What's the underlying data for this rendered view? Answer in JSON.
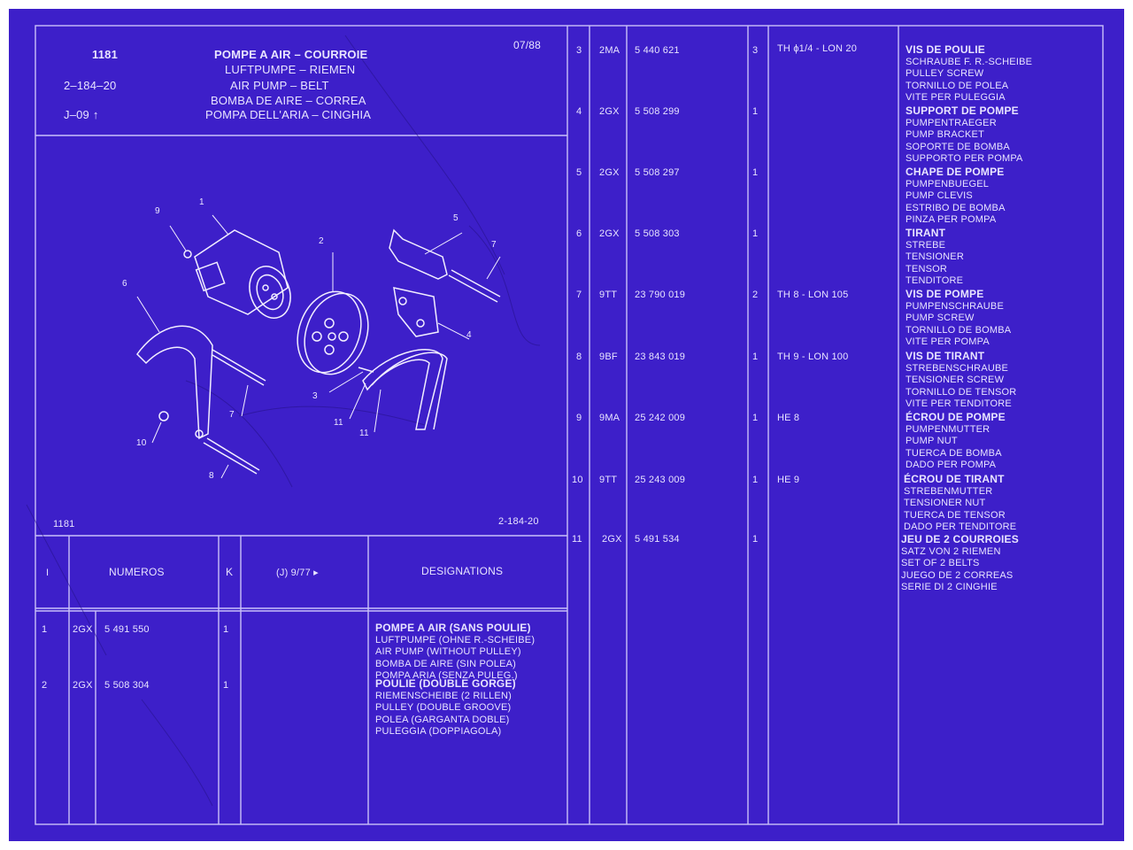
{
  "header": {
    "model": "1181",
    "date": "07/88",
    "ref": "2–184–20",
    "section": "J–09",
    "titles": [
      "POMPE A AIR – COURROIE",
      "LUFTPUMPE – RIEMEN",
      "AIR PUMP – BELT",
      "BOMBA DE AIRE – CORREA",
      "POMPA DELL'ARIA – CINGHIA"
    ]
  },
  "figure": {
    "caption_left": "1181",
    "caption_right": "2-184-20",
    "callouts": [
      "9",
      "1",
      "2",
      "5",
      "7",
      "6",
      "4",
      "3",
      "11",
      "11",
      "7",
      "10",
      "8"
    ]
  },
  "table_header": {
    "col_index": "I",
    "col_numbers": "NUMEROS",
    "col_k": "K",
    "col_j": "(J) 9/77 ▸",
    "col_designations": "DESIGNATIONS"
  },
  "left_rows": [
    {
      "index": "1",
      "code": "2GX",
      "number": "5 491 550",
      "qty": "1",
      "lines": [
        "POMPE A AIR (SANS POULIE)",
        "LUFTPUMPE (OHNE R.-SCHEIBE)",
        "AIR PUMP (WITHOUT PULLEY)",
        "BOMBA DE AIRE (SIN POLEA)",
        "POMPA ARIA (SENZA PULEG.)"
      ]
    },
    {
      "index": "2",
      "code": "2GX",
      "number": "5 508 304",
      "qty": "1",
      "lines": [
        "POULIE (DOUBLE GORGE)",
        "RIEMENSCHEIBE (2 RILLEN)",
        "PULLEY (DOUBLE GROOVE)",
        "POLEA (GARGANTA DOBLE)",
        "PULEGGIA (DOPPIAGOLA)"
      ]
    }
  ],
  "right_rows": [
    {
      "index": "3",
      "code": "2MA",
      "number": "5 440 621",
      "qty": "3",
      "spec": "TH ϕ1/4 - LON 20",
      "lines": [
        "VIS DE POULIE",
        "SCHRAUBE F. R.-SCHEIBE",
        "PULLEY SCREW",
        "TORNILLO DE POLEA",
        "VITE PER PULEGGIA"
      ]
    },
    {
      "index": "4",
      "code": "2GX",
      "number": "5 508 299",
      "qty": "1",
      "spec": "",
      "lines": [
        "SUPPORT DE POMPE",
        "PUMPENTRAEGER",
        "PUMP BRACKET",
        "SOPORTE DE BOMBA",
        "SUPPORTO PER POMPA"
      ]
    },
    {
      "index": "5",
      "code": "2GX",
      "number": "5 508 297",
      "qty": "1",
      "spec": "",
      "lines": [
        "CHAPE DE POMPE",
        "PUMPENBUEGEL",
        "PUMP CLEVIS",
        "ESTRIBO DE BOMBA",
        "PINZA PER POMPA"
      ]
    },
    {
      "index": "6",
      "code": "2GX",
      "number": "5 508 303",
      "qty": "1",
      "spec": "",
      "lines": [
        "TIRANT",
        "STREBE",
        "TENSIONER",
        "TENSOR",
        "TENDITORE"
      ]
    },
    {
      "index": "7",
      "code": "9TT",
      "number": "23 790 019",
      "qty": "2",
      "spec": "TH 8 - LON 105",
      "lines": [
        "VIS DE POMPE",
        "PUMPENSCHRAUBE",
        "PUMP SCREW",
        "TORNILLO DE BOMBA",
        "VITE PER POMPA"
      ]
    },
    {
      "index": "8",
      "code": "9BF",
      "number": "23 843 019",
      "qty": "1",
      "spec": "TH 9 - LON 100",
      "lines": [
        "VIS DE TIRANT",
        "STREBENSCHRAUBE",
        "TENSIONER SCREW",
        "TORNILLO DE TENSOR",
        "VITE PER TENDITORE"
      ]
    },
    {
      "index": "9",
      "code": "9MA",
      "number": "25 242 009",
      "qty": "1",
      "spec": "HE 8",
      "lines": [
        "ÉCROU DE POMPE",
        "PUMPENMUTTER",
        "PUMP NUT",
        "TUERCA DE BOMBA",
        "DADO PER POMPA"
      ]
    },
    {
      "index": "10",
      "code": "9TT",
      "number": "25 243 009",
      "qty": "1",
      "spec": "HE 9",
      "lines": [
        "ÉCROU DE TIRANT",
        "STREBENMUTTER",
        "TENSIONER NUT",
        "TUERCA DE TENSOR",
        "DADO PER TENDITORE"
      ]
    },
    {
      "index": "11",
      "code": "2GX",
      "number": "5 491 534",
      "qty": "1",
      "spec": "",
      "lines": [
        "JEU DE 2 COURROIES",
        "SATZ VON 2 RIEMEN",
        "SET OF 2 BELTS",
        "JUEGO DE 2 CORREAS",
        "SERIE DI 2 CINGHIE"
      ]
    }
  ]
}
